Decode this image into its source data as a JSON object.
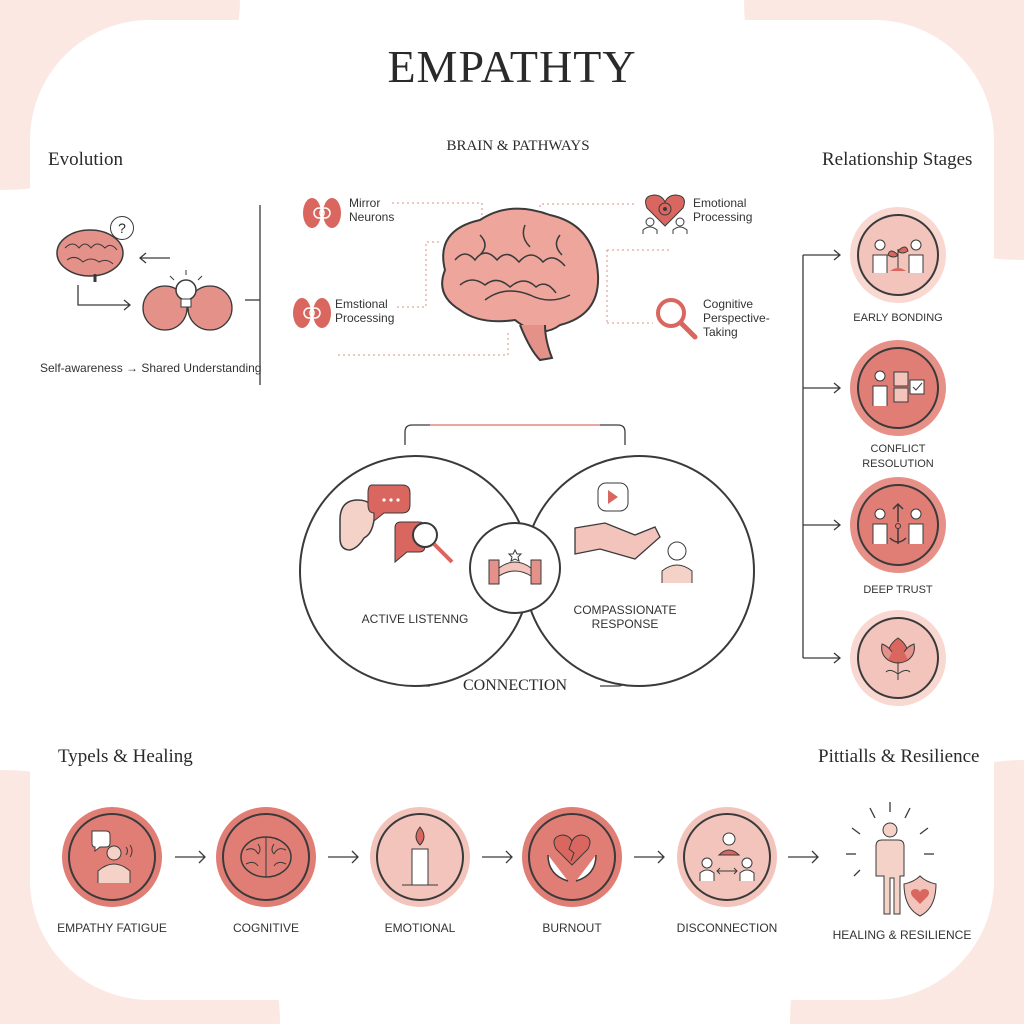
{
  "title": "EMPATHTY",
  "sections": {
    "evolution": "Evolution",
    "brain": "BRAIN & PATHWAYS",
    "relationship": "Relationship Stages",
    "types": "Typels & Healing",
    "pitfalls": "Pittialls & Resilience"
  },
  "evolution": {
    "caption": "Self-awareness → Shared Understanding",
    "question_mark": "?"
  },
  "brain_labels": [
    {
      "line1": "Mirror",
      "line2": "Neurons",
      "icon": "mirror-neurons-icon"
    },
    {
      "line1": "Emstional",
      "line2": "Processing",
      "icon": "emotional-processing-icon"
    },
    {
      "line1": "Emotional",
      "line2": "Processing",
      "icon": "heart-people-icon"
    },
    {
      "line1": "Cognitive",
      "line2": "Perspective-",
      "line3": "Taking",
      "icon": "magnifier-icon"
    }
  ],
  "connection": {
    "left": "ACTIVE LISTENNG",
    "right_line1": "COMPASSIONATE",
    "right_line2": "RESPONSE",
    "bottom": "CONNECTION"
  },
  "stages": [
    {
      "label": "EARLY BONDING",
      "icon": "people-sprout-icon"
    },
    {
      "label1": "CONFLICT",
      "label2": "RESOLUTION",
      "icon": "puzzle-icon"
    },
    {
      "label": "DEEP TRUST",
      "icon": "anchor-people-icon"
    },
    {
      "label": "",
      "icon": "lotus-icon"
    }
  ],
  "types": [
    {
      "label": "EMPATHY FATIGUE",
      "icon": "fatigued-person-icon"
    },
    {
      "label": "COGNITIVE",
      "icon": "brain-icon"
    },
    {
      "label": "EMOTIONAL",
      "icon": "candle-icon"
    },
    {
      "label": "BURNOUT",
      "icon": "broken-heart-hands-icon"
    },
    {
      "label": "DISCONNECTION",
      "icon": "disconnected-people-icon"
    },
    {
      "label": "HEALING & RESILIENCE",
      "icon": "person-shield-icon"
    }
  ],
  "colors": {
    "accent": "#d9675f",
    "light": "#f3c4bb",
    "blob": "#fbe8e3"
  }
}
